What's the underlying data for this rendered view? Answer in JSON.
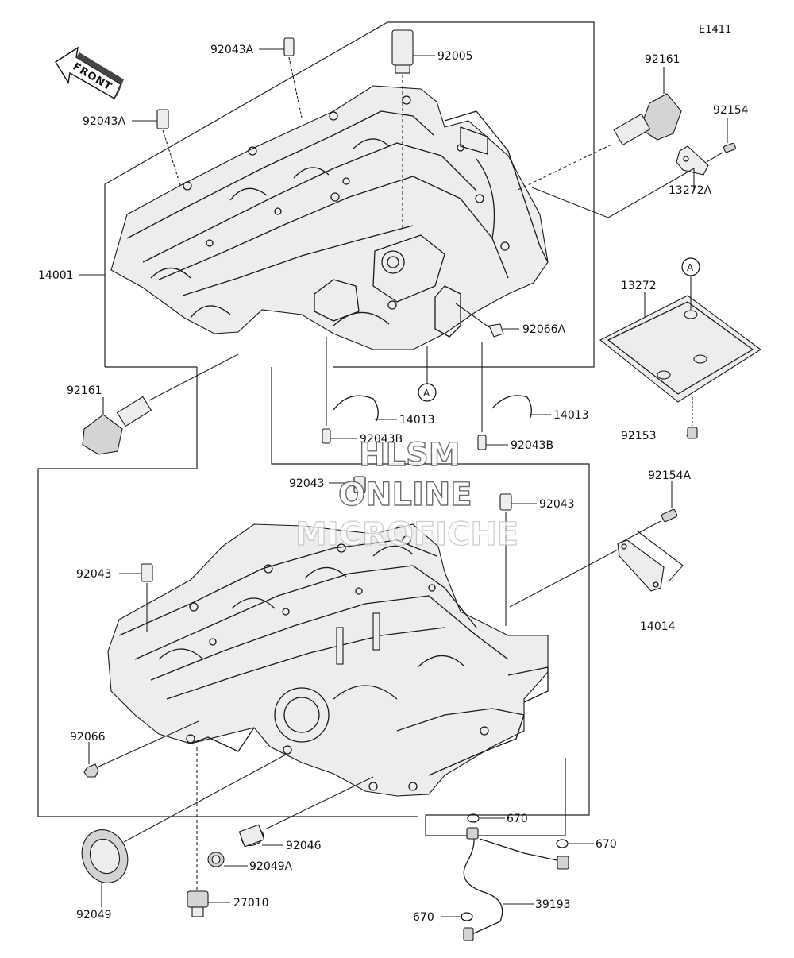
{
  "diagram_id": "E1411",
  "front_label": "FRONT",
  "ref_a": "A",
  "parts": {
    "p14001": "14001",
    "p92043A_1": "92043A",
    "p92043A_2": "92043A",
    "p92005": "92005",
    "p92161_top": "92161",
    "p92154": "92154",
    "p13272A": "13272A",
    "p13272": "13272",
    "p92066A": "92066A",
    "p92161_left": "92161",
    "p14013_1": "14013",
    "p14013_2": "14013",
    "p92043B_1": "92043B",
    "p92043B_2": "92043B",
    "p92153": "92153",
    "p92043_1": "92043",
    "p92043_2": "92043",
    "p92043_3": "92043",
    "p92154A": "92154A",
    "p14014": "14014",
    "p92066": "92066",
    "p670_1": "670",
    "p670_2": "670",
    "p670_3": "670",
    "p92046": "92046",
    "p92049A": "92049A",
    "p92049": "92049",
    "p27010": "27010",
    "p39193": "39193"
  },
  "watermark": {
    "line1": "HLSM",
    "line2": "ONLINE",
    "line3": "MICROFICHE"
  }
}
